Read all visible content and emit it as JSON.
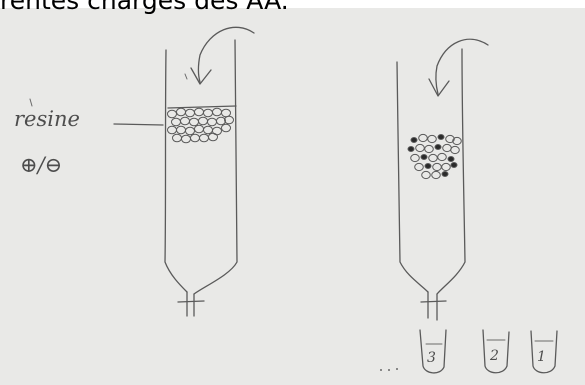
{
  "caption": "rentes charges des AA.",
  "labels": {
    "resin": "resine",
    "charge_symbols": "⊕/⊖"
  },
  "tubes": [
    {
      "name": "left-column",
      "label": ""
    },
    {
      "name": "right-column",
      "label": ""
    }
  ],
  "collection_tubes": [
    {
      "number": "3"
    },
    {
      "number": "2"
    },
    {
      "number": "1"
    }
  ],
  "colors": {
    "paper": "#e9e9e7",
    "ink": "#5a5a5a",
    "dark_particle": "#2a2a2a"
  }
}
